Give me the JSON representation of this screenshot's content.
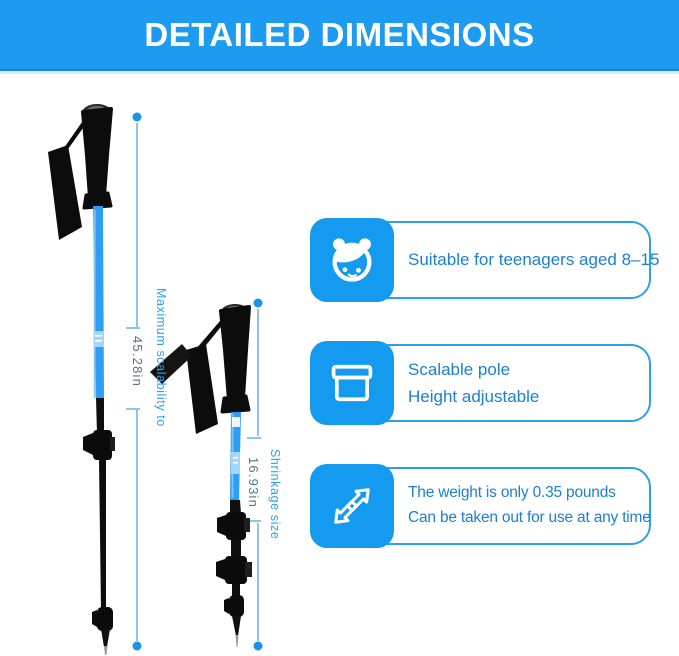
{
  "header": {
    "title": "DETAILED DIMENSIONS"
  },
  "dimensions": {
    "full": {
      "label": "Maximum scalability to",
      "value": "45.28in"
    },
    "collapsed": {
      "label": "Shrinkage size",
      "value": "16.93in"
    }
  },
  "features": [
    {
      "icon": "child-face-icon",
      "lines": [
        "Suitable for teenagers aged 8–15"
      ]
    },
    {
      "icon": "storage-box-icon",
      "lines": [
        "Scalable pole",
        "Height adjustable"
      ]
    },
    {
      "icon": "expand-arrows-icon",
      "lines": [
        "The weight is only 0.35 pounds",
        "Can be taken out for use at any time"
      ]
    }
  ],
  "colors": {
    "banner_blue": "#1d9bf0",
    "feature_square_blue": "#149aef",
    "feature_border_blue": "#2e9fe9",
    "feature_text_blue": "#1b7fd6",
    "dimension_label_blue": "#2da0f0",
    "dimension_number_slate": "#4f7485",
    "dimension_line_blue": "#49a7e4",
    "pole_shaft_blue": "#2f9df2"
  }
}
